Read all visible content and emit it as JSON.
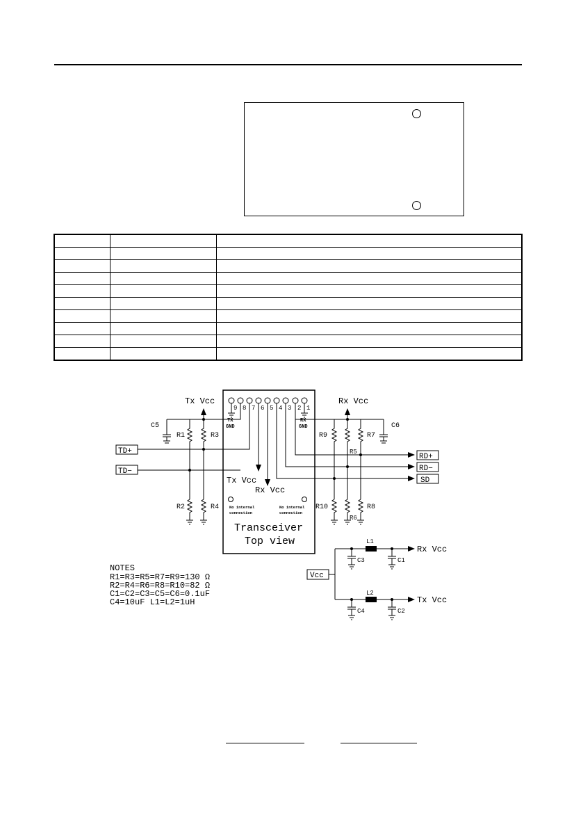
{
  "pinout_table": {
    "rows": [
      [
        "",
        "",
        ""
      ],
      [
        "",
        "",
        ""
      ],
      [
        "",
        "",
        ""
      ],
      [
        "",
        "",
        ""
      ],
      [
        "",
        "",
        ""
      ],
      [
        "",
        "",
        ""
      ],
      [
        "",
        "",
        ""
      ],
      [
        "",
        "",
        ""
      ],
      [
        "",
        "",
        ""
      ],
      [
        "",
        "",
        ""
      ]
    ]
  },
  "schematic": {
    "tx_vcc": "Tx  Vcc",
    "rx_vcc": "Rx  Vcc",
    "pins": [
      "9",
      "8",
      "7",
      "6",
      "5",
      "4",
      "3",
      "2",
      "1"
    ],
    "tx_gnd": "TX\nGND",
    "rx_gnd": "RX\nGND",
    "td_plus": "TD+",
    "td_minus": "TD−",
    "rd_plus": "RD+",
    "rd_minus": "RD−",
    "sd": "SD",
    "module_tx_vcc": "Tx  Vcc",
    "module_rx_vcc": "Rx  Vcc",
    "no_conn_left": "No internal connection",
    "no_conn_right": "No internal connection",
    "module_title": "Transceiver",
    "module_subtitle": "Top  view",
    "resistors": [
      "R1",
      "R2",
      "R3",
      "R4",
      "R5",
      "R6",
      "R7",
      "R8",
      "R9",
      "R10"
    ],
    "caps": [
      "C1",
      "C2",
      "C3",
      "C4",
      "C5",
      "C6"
    ],
    "inductors": [
      "L1",
      "L2"
    ],
    "vcc": "Vcc",
    "filter_rx_vcc": "Rx  Vcc",
    "filter_tx_vcc": "Tx  Vcc"
  },
  "notes": {
    "title": "NOTES",
    "line1": "R1=R3=R5=R7=R9=130 Ω",
    "line2": "R2=R4=R6=R8=R10=82 Ω",
    "line3": "C1=C2=C3=C5=C6=0.1uF",
    "line4": "C4=10uF    L1=L2=1uH"
  }
}
